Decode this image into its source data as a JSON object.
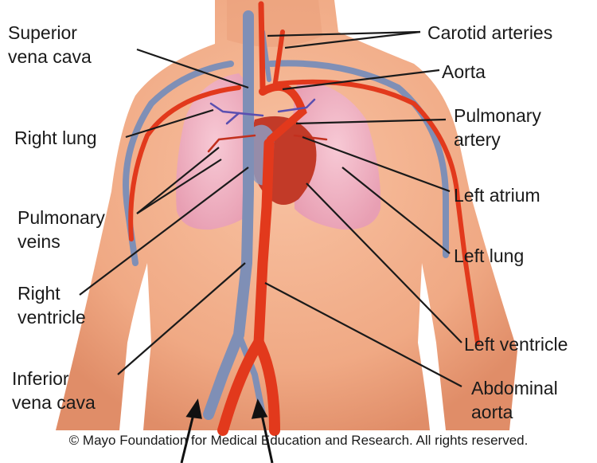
{
  "labels": {
    "superior_vena_cava": [
      "Superior",
      "vena cava"
    ],
    "carotid_arteries": "Carotid arteries",
    "aorta": "Aorta",
    "right_lung": "Right lung",
    "pulmonary_artery": [
      "Pulmonary",
      "artery"
    ],
    "left_atrium": "Left atrium",
    "pulmonary_veins": [
      "Pulmonary",
      "veins"
    ],
    "left_lung": "Left lung",
    "right_ventricle": [
      "Right",
      "ventricle"
    ],
    "left_ventricle": "Left ventricle",
    "inferior_vena_cava": [
      "Inferior",
      "vena cava"
    ],
    "abdominal_aorta": [
      "Abdominal",
      "aorta"
    ]
  },
  "credit": "© Mayo Foundation for Medical Education and Research. All rights reserved.",
  "colors": {
    "skin": "#f0a984",
    "lung": "#f2b6c6",
    "artery": "#e2391c",
    "vein": "#7f8fb6",
    "leader": "#1a1a1a"
  }
}
